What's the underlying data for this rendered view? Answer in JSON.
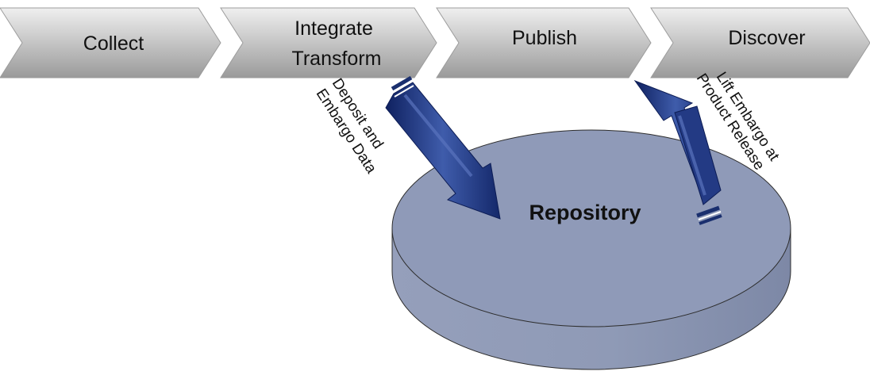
{
  "process": {
    "steps": [
      {
        "lines": [
          "Collect"
        ]
      },
      {
        "lines": [
          "Integrate",
          "Transform"
        ]
      },
      {
        "lines": [
          "Publish"
        ]
      },
      {
        "lines": [
          "Discover"
        ]
      }
    ]
  },
  "repository": {
    "label": "Repository"
  },
  "arrows": {
    "deposit": {
      "lines": [
        "Deposit  and",
        "Embargo  Data"
      ]
    },
    "lift": {
      "lines": [
        "Lift Embargo at",
        "Product Release"
      ]
    }
  },
  "colors": {
    "chevron_light": "#e6e6e6",
    "chevron_dark": "#a9a9a9",
    "disk_top": "#8e99b8",
    "disk_side": "#8a95b3",
    "arrow": "#1a2f6e",
    "arrow_highlight": "#3e5aa6"
  }
}
